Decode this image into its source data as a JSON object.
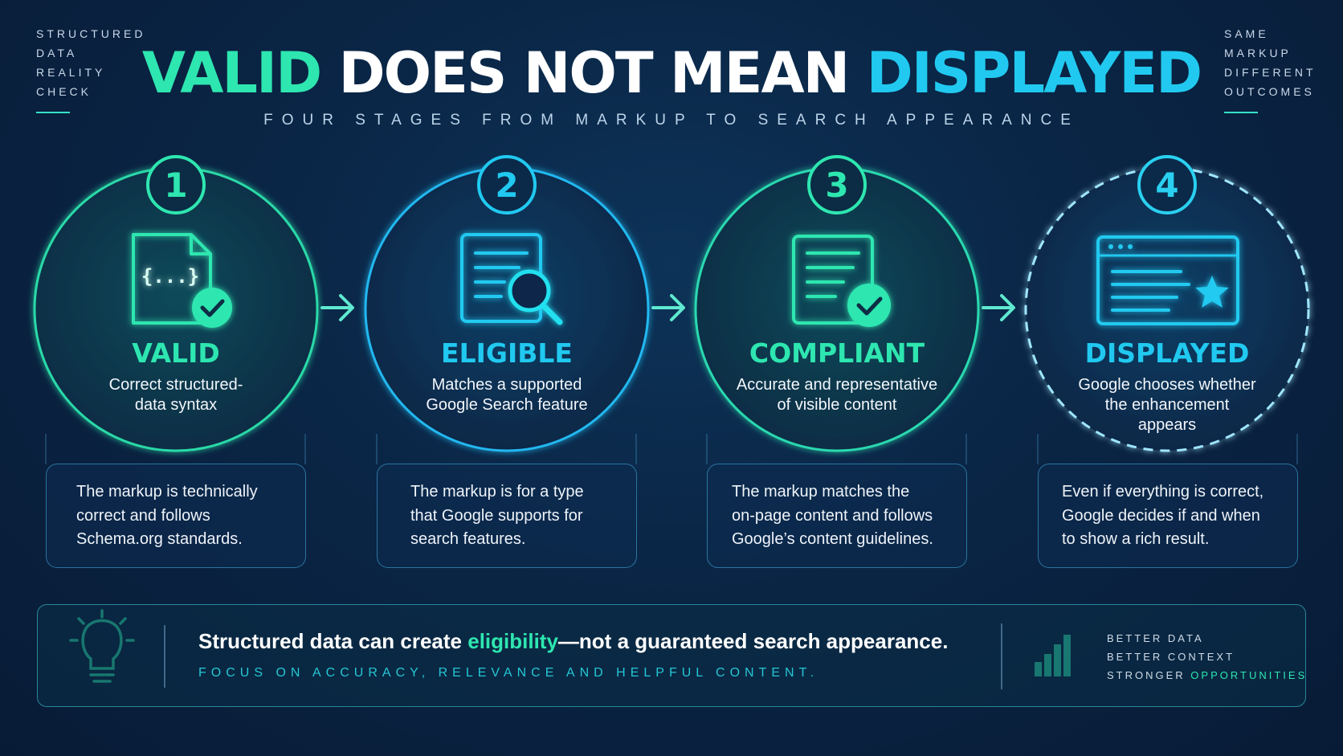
{
  "corner_left": [
    "STRUCTURED",
    "DATA",
    "REALITY",
    "CHECK"
  ],
  "corner_right": [
    "SAME",
    "MARKUP",
    "DIFFERENT",
    "OUTCOMES"
  ],
  "title": {
    "part1": "VALID",
    "part2": " DOES NOT MEAN ",
    "part3": "DISPLAYED"
  },
  "subtitle": "FOUR STAGES FROM MARKUP TO SEARCH APPEARANCE",
  "colors": {
    "green": "#2ee6b0",
    "cyan": "#21c9f0",
    "blue": "#1aa6e8",
    "background": "#0a2545"
  },
  "stages": [
    {
      "number": "1",
      "title": "VALID",
      "subtitle_line1": "Correct structured-",
      "subtitle_line2": "data syntax",
      "description": [
        "The markup is technically",
        "correct and follows",
        "Schema.org standards."
      ],
      "icon": "code-document-check-icon"
    },
    {
      "number": "2",
      "title": "ELIGIBLE",
      "subtitle_line1": "Matches a supported",
      "subtitle_line2": "Google Search feature",
      "description": [
        "The markup is for a type",
        "that Google supports for",
        "search features."
      ],
      "icon": "document-search-icon"
    },
    {
      "number": "3",
      "title": "COMPLIANT",
      "subtitle_line1": "Accurate and representative",
      "subtitle_line2": "of visible content",
      "description": [
        "The markup matches the",
        "on-page content and follows",
        "Google’s content guidelines."
      ],
      "icon": "document-check-icon"
    },
    {
      "number": "4",
      "title": "DISPLAYED",
      "subtitle_line1": "Google chooses whether",
      "subtitle_line2": "the enhancement",
      "subtitle_line3": "appears",
      "description": [
        "Even if everything is correct,",
        "Google decides if and when",
        "to show a rich result."
      ],
      "icon": "browser-star-icon"
    }
  ],
  "bottom": {
    "message_pre": "Structured data can create ",
    "message_highlight": "eligibility",
    "message_post": "—not a guaranteed search appearance.",
    "submessage": "FOCUS ON ACCURACY, RELEVANCE AND HELPFUL CONTENT.",
    "side_line1": "BETTER DATA",
    "side_line2": "BETTER CONTEXT",
    "side_line3_pre": "STRONGER ",
    "side_line3_highlight": "OPPORTUNITIES",
    "icons": [
      "lightbulb-icon",
      "bar-chart-icon"
    ]
  }
}
